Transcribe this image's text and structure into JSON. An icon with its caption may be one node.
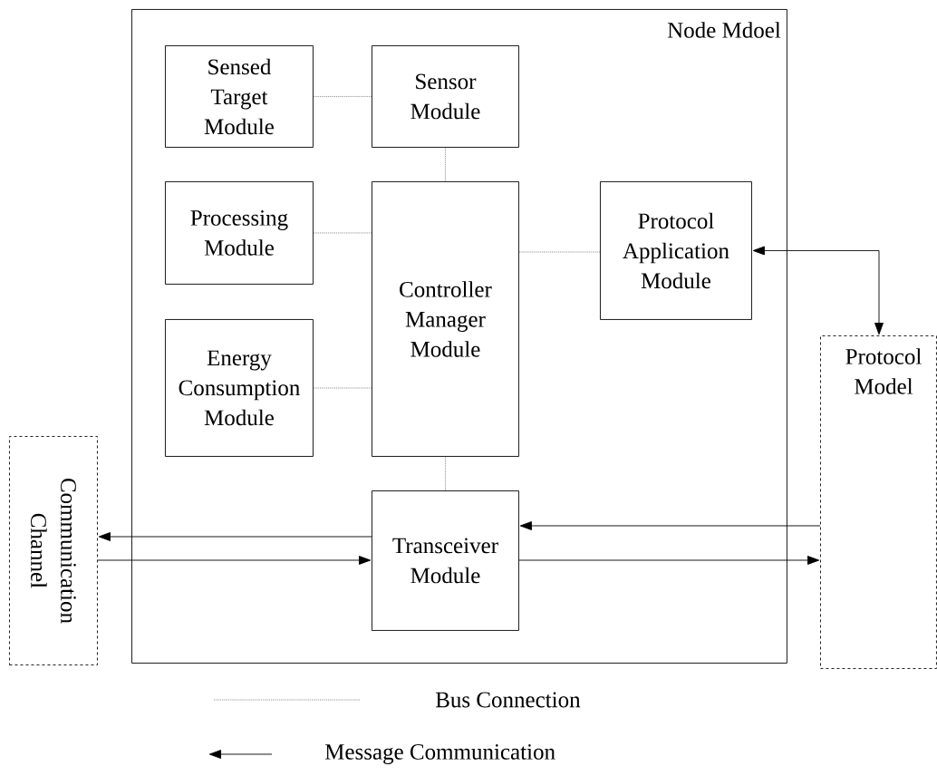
{
  "diagram": {
    "nodes": [
      {
        "text": [
          "Node Mdoel"
        ]
      },
      {
        "text": [
          "Sensed Target Module"
        ],
        "in": 0
      },
      {
        "text": [
          "Sensor Module"
        ],
        "in": 0
      },
      {
        "text": [
          "Processing Module"
        ],
        "in": 0
      },
      {
        "text": [
          "Controller Manager Module"
        ],
        "in": 0
      },
      {
        "text": [
          "Protocol Application Module"
        ],
        "in": 0
      },
      {
        "text": [
          "Energy Consumption Module"
        ],
        "in": 0
      },
      {
        "text": [
          "Transceiver Module"
        ],
        "in": 0
      },
      {
        "text": [
          "Communication Channel"
        ]
      },
      {
        "text": [
          "Protocol Model"
        ]
      }
    ],
    "edges": [
      {
        "from": 1,
        "to": 2,
        "arrow": "none",
        "style": "dashed"
      },
      {
        "from": 2,
        "to": 4,
        "arrow": "none",
        "style": "dashed"
      },
      {
        "from": 3,
        "to": 4,
        "arrow": "none",
        "style": "dashed"
      },
      {
        "from": 6,
        "to": 4,
        "arrow": "none",
        "style": "dashed"
      },
      {
        "from": 4,
        "to": 5,
        "arrow": "none",
        "style": "dashed"
      },
      {
        "from": 4,
        "to": 7,
        "arrow": "none",
        "style": "dashed"
      },
      {
        "from": 5,
        "to": 9,
        "arrow": "both"
      },
      {
        "from": 7,
        "to": 8,
        "arrow": "to"
      },
      {
        "from": 8,
        "to": 7,
        "arrow": "to"
      },
      {
        "from": 9,
        "to": 7,
        "arrow": "to"
      },
      {
        "from": 7,
        "to": 9,
        "arrow": "to"
      }
    ],
    "legend": [
      {
        "text": "Bus Connection"
      },
      {
        "text": "Message Communication"
      }
    ]
  }
}
